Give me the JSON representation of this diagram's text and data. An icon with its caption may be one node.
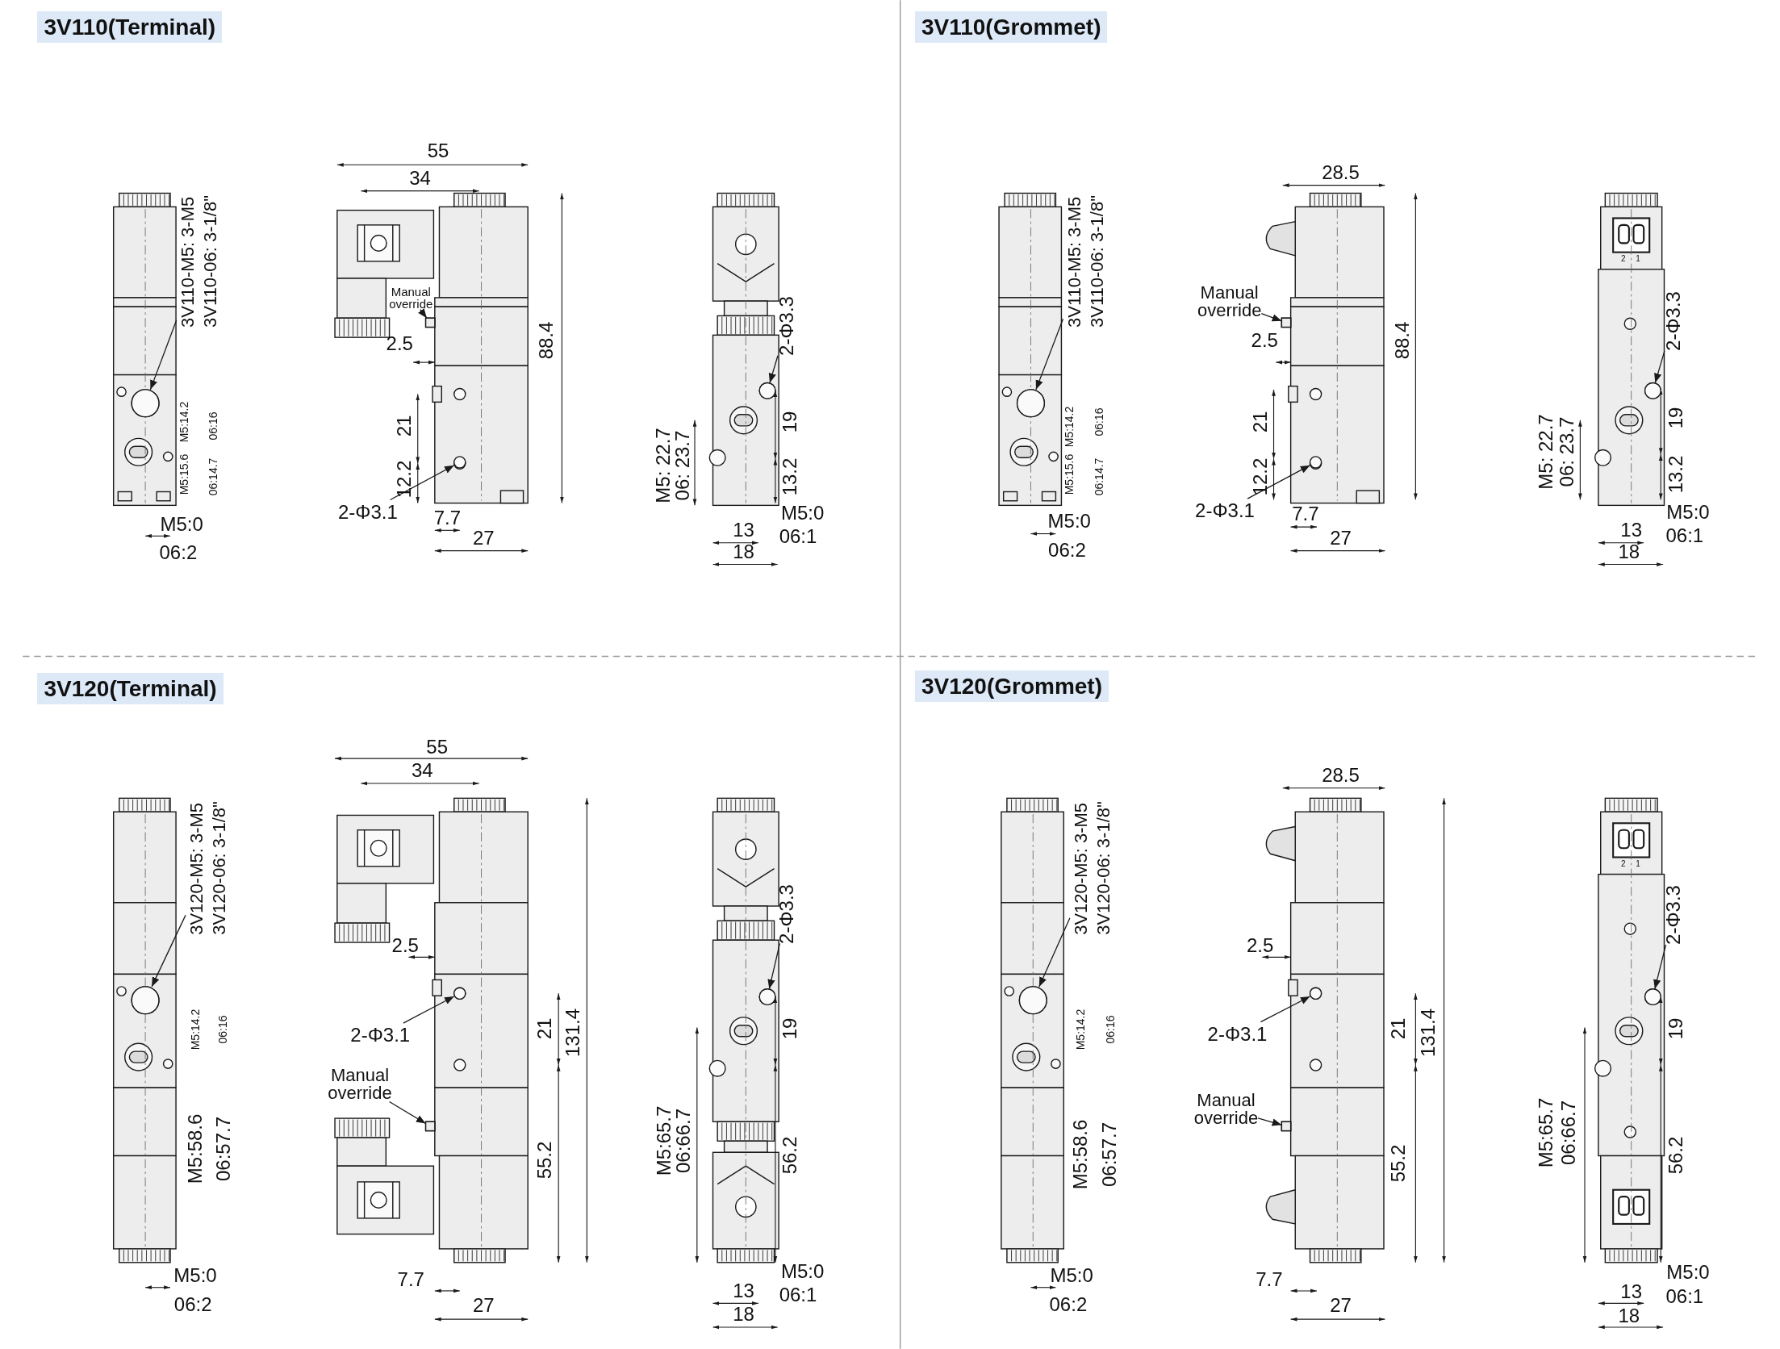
{
  "diagram": {
    "nodes": [
      {
        "text": [
          "3V110(Terminal)"
        ]
      },
      {
        "text": [
          "3V110-M5: 3-M5",
          "3V110-06: 3-1/8\""
        ]
      },
      {
        "text": [
          "Manual override"
        ]
      },
      {
        "text": [
          "2-Φ3.1"
        ]
      },
      {
        "text": [
          "2-Φ3.3"
        ]
      },
      {
        "text": [
          "3V110(Grommet)"
        ]
      },
      {
        "text": [
          "3V110-M5: 3-M5",
          "3V110-06: 3-1/8\""
        ]
      },
      {
        "text": [
          "Manual override"
        ]
      },
      {
        "text": [
          "2-Φ3.1"
        ]
      },
      {
        "text": [
          "2-Φ3.3"
        ]
      },
      {
        "text": [
          "3V120(Terminal)"
        ]
      },
      {
        "text": [
          "3V120-M5: 3-M5",
          "3V120-06: 3-1/8\""
        ]
      },
      {
        "text": [
          "2-Φ3.1"
        ]
      },
      {
        "text": [
          "Manual override"
        ]
      },
      {
        "text": [
          "2-Φ3.3"
        ]
      },
      {
        "text": [
          "3V120(Grommet)"
        ]
      },
      {
        "text": [
          "3V120-M5: 3-M5",
          "3V120-06: 3-1/8\""
        ]
      },
      {
        "text": [
          "2-Φ3.1"
        ]
      },
      {
        "text": [
          "Manual override"
        ]
      },
      {
        "text": [
          "2-Φ3.3"
        ]
      },
      {
        "text": [],
        "shape": "circle"
      },
      {
        "text": [],
        "shape": "box"
      },
      {
        "text": [],
        "shape": "circle"
      },
      {
        "text": [],
        "shape": "circle"
      },
      {
        "text": [],
        "shape": "circle"
      },
      {
        "text": [],
        "shape": "box"
      },
      {
        "text": [],
        "shape": "circle"
      },
      {
        "text": [],
        "shape": "circle"
      },
      {
        "text": [],
        "shape": "circle"
      },
      {
        "text": [],
        "shape": "circle"
      },
      {
        "text": [],
        "shape": "box"
      },
      {
        "text": [],
        "shape": "circle"
      },
      {
        "text": [],
        "shape": "circle"
      },
      {
        "text": [],
        "shape": "circle"
      },
      {
        "text": [],
        "shape": "box"
      },
      {
        "text": [],
        "shape": "circle"
      }
    ],
    "edges": [
      {
        "from": 1,
        "to": 20,
        "arrow": "to"
      },
      {
        "from": 2,
        "to": 21,
        "arrow": "to"
      },
      {
        "from": 3,
        "to": 22,
        "arrow": "to"
      },
      {
        "from": 4,
        "to": 23,
        "arrow": "to"
      },
      {
        "from": 6,
        "to": 24,
        "arrow": "to"
      },
      {
        "from": 7,
        "to": 25,
        "arrow": "to"
      },
      {
        "from": 8,
        "to": 26,
        "arrow": "to"
      },
      {
        "from": 9,
        "to": 27,
        "arrow": "to"
      },
      {
        "from": 11,
        "to": 28,
        "arrow": "to"
      },
      {
        "from": 12,
        "to": 29,
        "arrow": "to"
      },
      {
        "from": 13,
        "to": 30,
        "arrow": "to"
      },
      {
        "from": 14,
        "to": 31,
        "arrow": "to"
      },
      {
        "from": 16,
        "to": 32,
        "arrow": "to"
      },
      {
        "from": 17,
        "to": 33,
        "arrow": "to"
      },
      {
        "from": 18,
        "to": 34,
        "arrow": "to"
      },
      {
        "from": 19,
        "to": 35,
        "arrow": "to"
      }
    ],
    "labels": [
      "M5:15.6",
      "M5:14.2",
      "06:16",
      "06:14.7",
      "M5:0",
      "06:2",
      "55",
      "34",
      "2.5",
      "88.4",
      "21",
      "12.2",
      "7.7",
      "27",
      "M5: 22.7",
      "06: 23.7",
      "19",
      "13.2",
      "M5:0",
      "13",
      "06:1",
      "18",
      "2",
      "1",
      "M5:15.6",
      "M5:14.2",
      "06:16",
      "06:14.7",
      "M5:0",
      "06:2",
      "28.5",
      "2.5",
      "88.4",
      "21",
      "12.2",
      "7.7",
      "27",
      "M5: 22.7",
      "06: 23.7",
      "19",
      "13.2",
      "M5:0",
      "13",
      "06:1",
      "18",
      "M5:14.2",
      "06:16",
      "M5:58.6",
      "06:57.7",
      "M5:0",
      "06:2",
      "55",
      "34",
      "2.5",
      "21",
      "131.4",
      "55.2",
      "7.7",
      "27",
      "M5:65.7",
      "06:66.7",
      "19",
      "56.2",
      "M5:0",
      "13",
      "06:1",
      "18",
      "2",
      "1",
      "M5:14.2",
      "06:16",
      "M5:58.6",
      "06:57.7",
      "M5:0",
      "06:2",
      "28.5",
      "2.5",
      "21",
      "131.4",
      "55.2",
      "7.7",
      "27",
      "M5:65.7",
      "06:66.7",
      "19",
      "56.2",
      "M5:0",
      "13",
      "06:1",
      "18"
    ]
  }
}
